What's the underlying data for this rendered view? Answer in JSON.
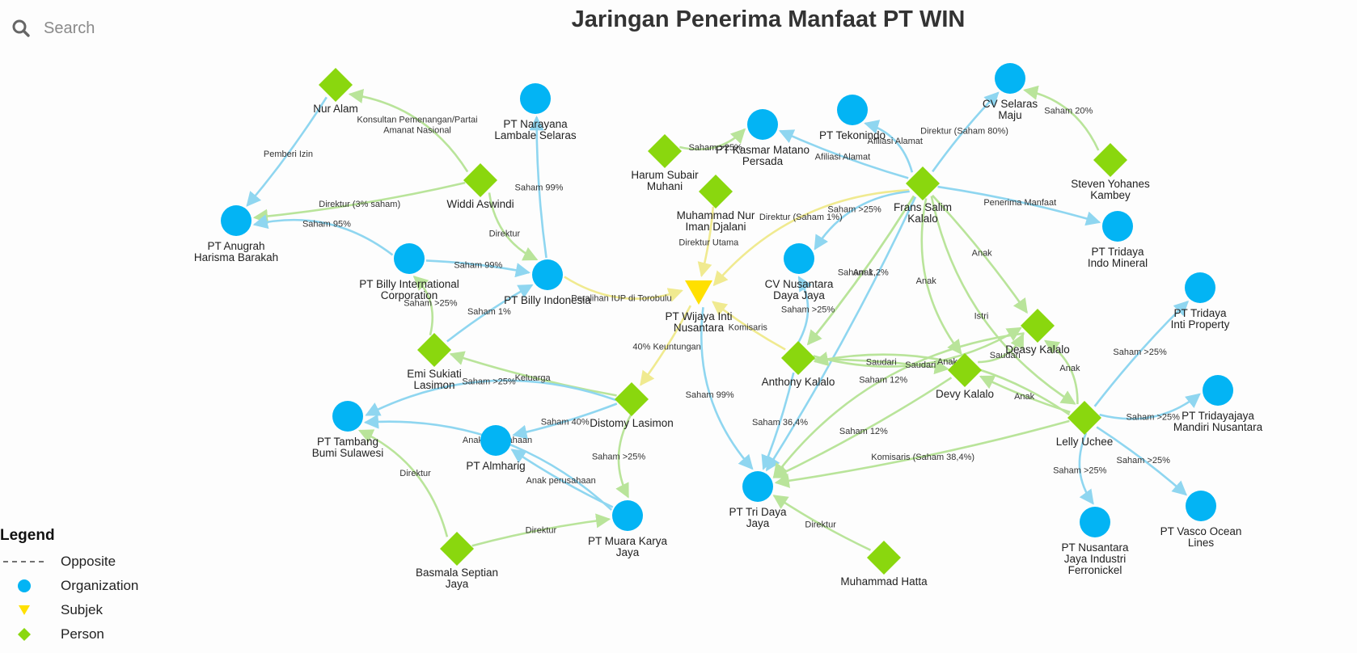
{
  "search": {
    "placeholder": "Search"
  },
  "title": "Jaringan Penerima Manfaat PT WIN",
  "colors": {
    "organization": "#03b4f4",
    "person": "#8ad70e",
    "subject": "#ffe000",
    "edge_green": "#b9e49a",
    "edge_blue": "#8fd6f0",
    "edge_yellow": "#f0ea90"
  },
  "legend": {
    "title": "Legend",
    "items": [
      {
        "label": "Opposite",
        "symbol": "dashed-line"
      },
      {
        "label": "Organization",
        "symbol": "circle"
      },
      {
        "label": "Subjek",
        "symbol": "triangle"
      },
      {
        "label": "Person",
        "symbol": "diamond"
      }
    ]
  },
  "nodes": [
    {
      "id": "nur_alam",
      "type": "person",
      "label": [
        "Nur Alam"
      ]
    },
    {
      "id": "narayana",
      "type": "organization",
      "label": [
        "PT Narayana",
        "Lambale Selaras"
      ]
    },
    {
      "id": "widdi",
      "type": "person",
      "label": [
        "Widdi Aswindi"
      ]
    },
    {
      "id": "anugrah",
      "type": "organization",
      "label": [
        "PT Anugrah",
        "Harisma Barakah"
      ]
    },
    {
      "id": "billy_intl",
      "type": "organization",
      "label": [
        "PT Billy International",
        "Corporation"
      ]
    },
    {
      "id": "billy_indo",
      "type": "organization",
      "label": [
        "PT Billy Indonesia"
      ]
    },
    {
      "id": "emi",
      "type": "person",
      "label": [
        "Emi Sukiati",
        "Lasimon"
      ]
    },
    {
      "id": "tambang",
      "type": "organization",
      "label": [
        "PT Tambang",
        "Bumi Sulawesi"
      ]
    },
    {
      "id": "distomy",
      "type": "person",
      "label": [
        "Distomy Lasimon"
      ]
    },
    {
      "id": "almharig",
      "type": "organization",
      "label": [
        "PT Almharig"
      ]
    },
    {
      "id": "muara",
      "type": "organization",
      "label": [
        "PT Muara Karya",
        "Jaya"
      ]
    },
    {
      "id": "basmala",
      "type": "person",
      "label": [
        "Basmala Septian",
        "Jaya"
      ]
    },
    {
      "id": "harum",
      "type": "person",
      "label": [
        "Harum Subair",
        "Muhani"
      ]
    },
    {
      "id": "muh_nur",
      "type": "person",
      "label": [
        "Muhammad Nur",
        "Iman Djalani"
      ]
    },
    {
      "id": "kasmar",
      "type": "organization",
      "label": [
        "PT Kasmar Matano",
        "Persada"
      ]
    },
    {
      "id": "wijaya",
      "type": "subject",
      "label": [
        "PT Wijaya Inti",
        "Nusantara"
      ]
    },
    {
      "id": "tekonindo",
      "type": "organization",
      "label": [
        "PT Tekonindo"
      ]
    },
    {
      "id": "frans",
      "type": "person",
      "label": [
        "Frans Salim",
        "Kalalo"
      ]
    },
    {
      "id": "cv_selaras",
      "type": "organization",
      "label": [
        "CV Selaras",
        "Maju"
      ]
    },
    {
      "id": "steven",
      "type": "person",
      "label": [
        "Steven Yohanes",
        "Kambey"
      ]
    },
    {
      "id": "tridaya_indo",
      "type": "organization",
      "label": [
        "PT Tridaya",
        "Indo Mineral"
      ]
    },
    {
      "id": "cv_nusantara",
      "type": "organization",
      "label": [
        "CV Nusantara",
        "Daya Jaya"
      ]
    },
    {
      "id": "anthony",
      "type": "person",
      "label": [
        "Anthony Kalalo"
      ]
    },
    {
      "id": "deasy",
      "type": "person",
      "label": [
        "Deasy Kalalo"
      ]
    },
    {
      "id": "devy",
      "type": "person",
      "label": [
        "Devy Kalalo"
      ]
    },
    {
      "id": "lelly",
      "type": "person",
      "label": [
        "Lelly Uchee"
      ]
    },
    {
      "id": "tridaya_inti",
      "type": "organization",
      "label": [
        "PT Tridaya",
        "Inti Property"
      ]
    },
    {
      "id": "tridayajaya",
      "type": "organization",
      "label": [
        "PT Tridayajaya",
        "Mandiri Nusantara"
      ]
    },
    {
      "id": "tri_daya",
      "type": "organization",
      "label": [
        "PT Tri Daya",
        "Jaya"
      ]
    },
    {
      "id": "muh_hatta",
      "type": "person",
      "label": [
        "Muhammad Hatta"
      ]
    },
    {
      "id": "nusantara_jaya",
      "type": "organization",
      "label": [
        "PT Nusantara",
        "Jaya Industri",
        "Ferronickel"
      ]
    },
    {
      "id": "vasco",
      "type": "organization",
      "label": [
        "PT Vasco Ocean",
        "Lines"
      ]
    }
  ],
  "edges": [
    {
      "from": "nur_alam",
      "to": "anugrah",
      "label": "Pemberi Izin",
      "color": "blue"
    },
    {
      "from": "widdi",
      "to": "nur_alam",
      "label": "Konsultan Pemenangan/Partai\nAmanat Nasional",
      "color": "green"
    },
    {
      "from": "widdi",
      "to": "anugrah",
      "label": "Direktur (3% saham)",
      "color": "green"
    },
    {
      "from": "widdi",
      "to": "billy_indo",
      "label": "Direktur",
      "color": "green"
    },
    {
      "from": "billy_indo",
      "to": "narayana",
      "label": "Saham 99%",
      "color": "blue"
    },
    {
      "from": "billy_intl",
      "to": "anugrah",
      "label": "Saham 95%",
      "color": "blue"
    },
    {
      "from": "billy_intl",
      "to": "billy_indo",
      "label": "Saham 99%",
      "color": "blue"
    },
    {
      "from": "emi",
      "to": "billy_intl",
      "label": "Saham >25%",
      "color": "green"
    },
    {
      "from": "emi",
      "to": "billy_indo",
      "label": "Saham 1%",
      "color": "blue"
    },
    {
      "from": "billy_indo",
      "to": "wijaya",
      "label": "Peralihan IUP di Torobulu",
      "color": "yellow"
    },
    {
      "from": "distomy",
      "to": "emi",
      "label": "Keluarga",
      "color": "green"
    },
    {
      "from": "distomy",
      "to": "tambang",
      "label": "Saham >25%",
      "color": "blue"
    },
    {
      "from": "distomy",
      "to": "almharig",
      "label": "Saham 40%",
      "color": "blue"
    },
    {
      "from": "distomy",
      "to": "muara",
      "label": "Saham >25%",
      "color": "green"
    },
    {
      "from": "wijaya",
      "to": "distomy",
      "label": "40% Keuntungan",
      "color": "yellow"
    },
    {
      "from": "muara",
      "to": "tambang",
      "label": "Anak perusahaan",
      "color": "blue"
    },
    {
      "from": "muara",
      "to": "almharig",
      "label": "Anak perusahaan",
      "color": "blue"
    },
    {
      "from": "basmala",
      "to": "tambang",
      "label": "Direktur",
      "color": "green"
    },
    {
      "from": "basmala",
      "to": "muara",
      "label": "Direktur",
      "color": "green"
    },
    {
      "from": "harum",
      "to": "kasmar",
      "label": "Saham >25%",
      "color": "green"
    },
    {
      "from": "muh_nur",
      "to": "wijaya",
      "label": "Direktur Utama",
      "color": "yellow"
    },
    {
      "from": "frans",
      "to": "wijaya",
      "label": "Direktur (Saham 1%)",
      "color": "yellow"
    },
    {
      "from": "frans",
      "to": "kasmar",
      "label": "Afiliasi Alamat",
      "color": "blue"
    },
    {
      "from": "frans",
      "to": "tekonindo",
      "label": "Afiliasi Alamat",
      "color": "blue"
    },
    {
      "from": "frans",
      "to": "cv_selaras",
      "label": "Direktur (Saham 80%)",
      "color": "blue"
    },
    {
      "from": "steven",
      "to": "cv_selaras",
      "label": "Saham 20%",
      "color": "green"
    },
    {
      "from": "frans",
      "to": "tridaya_indo",
      "label": "Penerima Manfaat",
      "color": "blue"
    },
    {
      "from": "frans",
      "to": "cv_nusantara",
      "label": "Saham >25%",
      "color": "blue"
    },
    {
      "from": "frans",
      "to": "anthony",
      "label": "Anak",
      "color": "green"
    },
    {
      "from": "frans",
      "to": "devy",
      "label": "Anak",
      "color": "green"
    },
    {
      "from": "frans",
      "to": "deasy",
      "label": "Anak",
      "color": "green"
    },
    {
      "from": "frans",
      "to": "lelly",
      "label": "Istri",
      "color": "green"
    },
    {
      "from": "frans",
      "to": "tri_daya",
      "label": "",
      "color": "blue"
    },
    {
      "from": "anthony",
      "to": "cv_nusantara",
      "label": "Saham >25%",
      "color": "blue"
    },
    {
      "from": "anthony",
      "to": "wijaya",
      "label": "Komisaris",
      "color": "yellow"
    },
    {
      "from": "anthony",
      "to": "deasy",
      "label": "Saudari",
      "color": "green"
    },
    {
      "from": "anthony",
      "to": "devy",
      "label": "Saudari",
      "color": "green"
    },
    {
      "from": "devy",
      "to": "deasy",
      "label": "Saudari",
      "color": "green"
    },
    {
      "from": "anthony",
      "to": "tri_daya",
      "label": "Saham 36,4%",
      "color": "blue"
    },
    {
      "from": "wijaya",
      "to": "tri_daya",
      "label": "Saham 99%",
      "color": "blue"
    },
    {
      "from": "devy",
      "to": "tri_daya",
      "label": "Saham 12%",
      "color": "green"
    },
    {
      "from": "deasy",
      "to": "tri_daya",
      "label": "Saham 12%",
      "color": "green"
    },
    {
      "from": "lelly",
      "to": "tri_daya",
      "label": "Komisaris (Saham 38,4%)",
      "color": "green"
    },
    {
      "from": "lelly",
      "to": "anthony",
      "label": "Anak",
      "color": "green"
    },
    {
      "from": "lelly",
      "to": "devy",
      "label": "Anak",
      "color": "green"
    },
    {
      "from": "lelly",
      "to": "deasy",
      "label": "Anak",
      "color": "green"
    },
    {
      "from": "lelly",
      "to": "tridaya_inti",
      "label": "Saham >25%",
      "color": "blue"
    },
    {
      "from": "lelly",
      "to": "tridayajaya",
      "label": "Saham >25%",
      "color": "blue"
    },
    {
      "from": "lelly",
      "to": "vasco",
      "label": "Saham >25%",
      "color": "blue"
    },
    {
      "from": "lelly",
      "to": "nusantara_jaya",
      "label": "Saham >25%",
      "color": "blue"
    },
    {
      "from": "muh_hatta",
      "to": "tri_daya",
      "label": "Direktur",
      "color": "green"
    },
    {
      "from": "frans",
      "to": "anthony",
      "label": "Saham 1,2%",
      "color": "green"
    }
  ]
}
